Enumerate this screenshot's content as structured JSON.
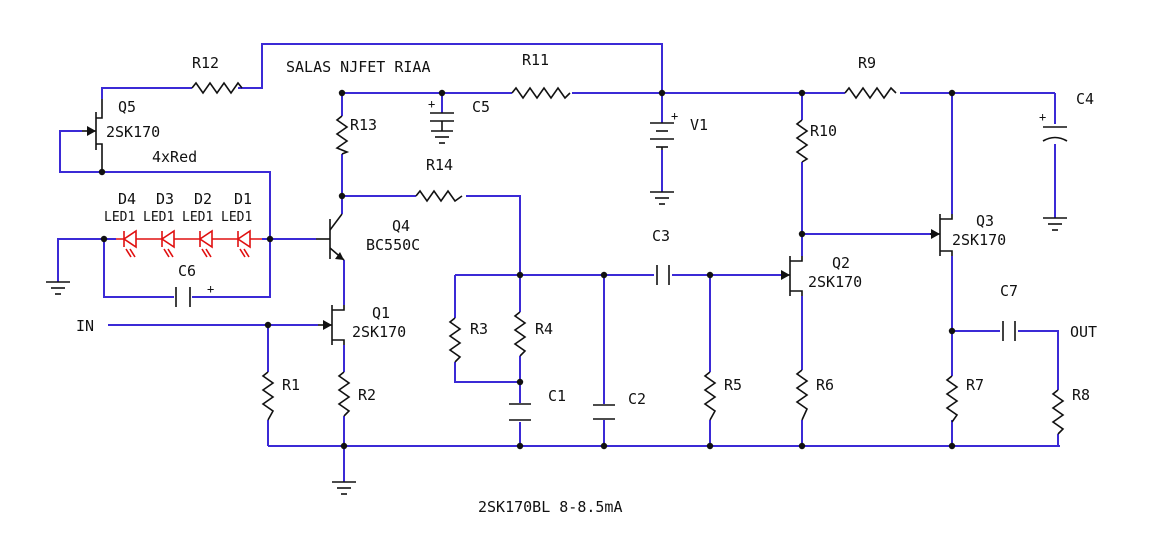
{
  "title": "SALAS NJFET RIAA",
  "footer_note": "2SK170BL 8-8.5mA",
  "wire_color": "#3b2ad6",
  "led_color": "#e01010",
  "resistors": [
    {
      "ref": "R1"
    },
    {
      "ref": "R2"
    },
    {
      "ref": "R3"
    },
    {
      "ref": "R4"
    },
    {
      "ref": "R5"
    },
    {
      "ref": "R6"
    },
    {
      "ref": "R7"
    },
    {
      "ref": "R8"
    },
    {
      "ref": "R9"
    },
    {
      "ref": "R10"
    },
    {
      "ref": "R11"
    },
    {
      "ref": "R12"
    },
    {
      "ref": "R13"
    },
    {
      "ref": "R14"
    }
  ],
  "capacitors": [
    {
      "ref": "C1"
    },
    {
      "ref": "C2"
    },
    {
      "ref": "C3"
    },
    {
      "ref": "C4"
    },
    {
      "ref": "C5"
    },
    {
      "ref": "C6"
    },
    {
      "ref": "C7"
    }
  ],
  "transistors": [
    {
      "ref": "Q1",
      "part": "2SK170"
    },
    {
      "ref": "Q2",
      "part": "2SK170"
    },
    {
      "ref": "Q3",
      "part": "2SK170"
    },
    {
      "ref": "Q4",
      "part": "BC550C"
    },
    {
      "ref": "Q5",
      "part": "2SK170"
    }
  ],
  "leds": [
    {
      "ref": "D4",
      "label": "LED1"
    },
    {
      "ref": "D3",
      "label": "LED1"
    },
    {
      "ref": "D2",
      "label": "LED1"
    },
    {
      "ref": "D1",
      "label": "LED1"
    }
  ],
  "led_string_label": "4xRed",
  "battery": {
    "ref": "V1"
  },
  "ports": {
    "input": "IN",
    "output": "OUT"
  }
}
